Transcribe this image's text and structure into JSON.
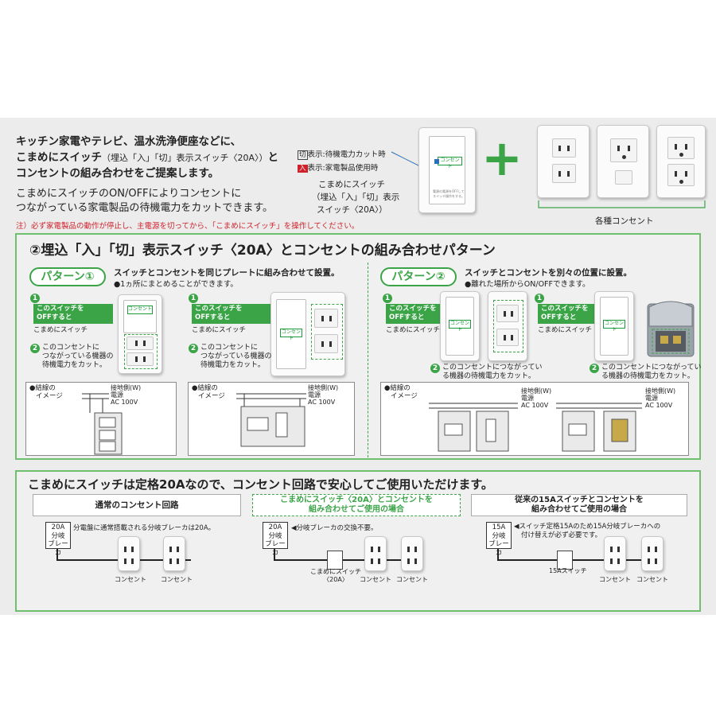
{
  "intro": {
    "line1": "キッチン家電やテレビ、温水洗浄便座などに、",
    "line2a": "こまめにスイッチ",
    "line2b": "（埋込「入」「切」表示スイッチ〈20A〉）",
    "line2c": "と",
    "line3": "コンセントの組み合わせをご提案します。",
    "line4": "こまめにスイッチのON/OFFによりコンセントに",
    "line5": "つながっている家電製品の待機電力をカットできます。",
    "note": "注）必ず家電製品の動作が停止し、主電源を切ってから、「こまめにスイッチ」を操作してください。"
  },
  "switch_legend": {
    "off_badge": "切",
    "off_text": "表示:待機電力カット時",
    "on_badge": "入",
    "on_text": "表示:家電製品使用時",
    "caption1": "こまめにスイッチ",
    "caption2": "（埋込「入」「切」表示",
    "caption3": "スイッチ〈20A〉）",
    "plate_label": "コンセント",
    "tiny1": "電源の電源をOFFして",
    "tiny2": "スイッチ操作をする。"
  },
  "plus_sign": "+",
  "outlets_caption": "各種コンセント",
  "section2": {
    "title": "②埋込「入」「切」表示スイッチ〈20A〉とコンセントの組み合わせパターン",
    "pattern1": {
      "badge": "パターン①",
      "desc1": "スイッチとコンセントを同じプレートに組み合わせて設置。",
      "desc2": "●1ヵ所にまとめることができます。"
    },
    "pattern2": {
      "badge": "パターン②",
      "desc1": "スイッチとコンセントを別々の位置に設置。",
      "desc2": "●離れた場所からON/OFFできます。"
    },
    "step1_num": "1",
    "step1_line1": "このスイッチを",
    "step1_line2": "OFFすると",
    "switch_name": "こまめにスイッチ",
    "step2_num": "2",
    "step2_a_line1": "このコンセントに",
    "step2_a_line2": "つながっている機器の",
    "step2_a_line3": "待機電力をカット。",
    "step2_b_line1": "このコンセントにつながってい",
    "step2_b_line2": "る機器の待機電力をカット。",
    "wiring_label1": "●結線の",
    "wiring_label2": "イメージ",
    "ground": "接地側(W)",
    "power": "電源",
    "voltage": "AC 100V"
  },
  "section3": {
    "title": "こまめにスイッチは定格20Aなので、コンセント回路で安心してご使用いただけます。",
    "col1": {
      "header": "通常のコンセント回路",
      "breaker1": "20A",
      "breaker2": "分岐",
      "breaker3": "ブレーカ",
      "note": "分電盤に通常搭載される分岐ブレーカは20A。",
      "outlet": "コンセント"
    },
    "col2": {
      "header1": "こまめにスイッチ〈20A〉とコンセントを",
      "header2": "組み合わせてご使用の場合",
      "breaker1": "20A",
      "breaker2": "分岐",
      "breaker3": "ブレーカ",
      "note": "◀分岐ブレーカの交換不要。",
      "switch1": "こまめにスイッチ",
      "switch2": "〈20A〉",
      "outlet": "コンセント"
    },
    "col3": {
      "header1": "従来の15Aスイッチとコンセントを",
      "header2": "組み合わせてご使用の場合",
      "breaker1": "15A",
      "breaker2": "分岐",
      "breaker3": "ブレーカ",
      "note1": "◀スイッチ定格15Aのため15A分岐ブレーカへの",
      "note2": "付け替えが必ず必要です。",
      "switch": "15Aスイッチ",
      "outlet": "コンセント"
    }
  },
  "colors": {
    "accent_green": "#3aa447",
    "note_red": "#d0202a",
    "panel_gray": "#ececec"
  }
}
